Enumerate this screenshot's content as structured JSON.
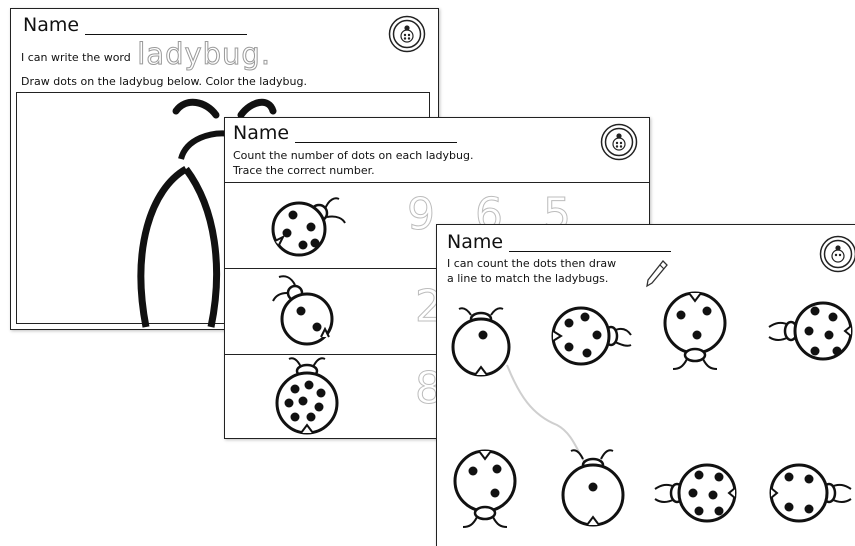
{
  "worksheet1": {
    "name_label": "Name",
    "instruction_prefix": "I can write the word",
    "trace_word": "ladybug.",
    "instruction2": "Draw dots on the ladybug below. Color the ladybug."
  },
  "worksheet2": {
    "name_label": "Name",
    "instruction1": "Count the number of dots on each ladybug.",
    "instruction2": "Trace the correct number.",
    "rows": [
      {
        "dots": 5,
        "trace_numbers": "965"
      },
      {
        "dots": 2,
        "trace_numbers": "2"
      },
      {
        "dots": 8,
        "trace_numbers": "8"
      }
    ]
  },
  "worksheet3": {
    "name_label": "Name",
    "instruction1": "I can count the dots then draw",
    "instruction2": "a line to match the ladybugs.",
    "top_row_dots": [
      1,
      5,
      3,
      6
    ],
    "bottom_row_dots": [
      3,
      1,
      6,
      4
    ]
  }
}
